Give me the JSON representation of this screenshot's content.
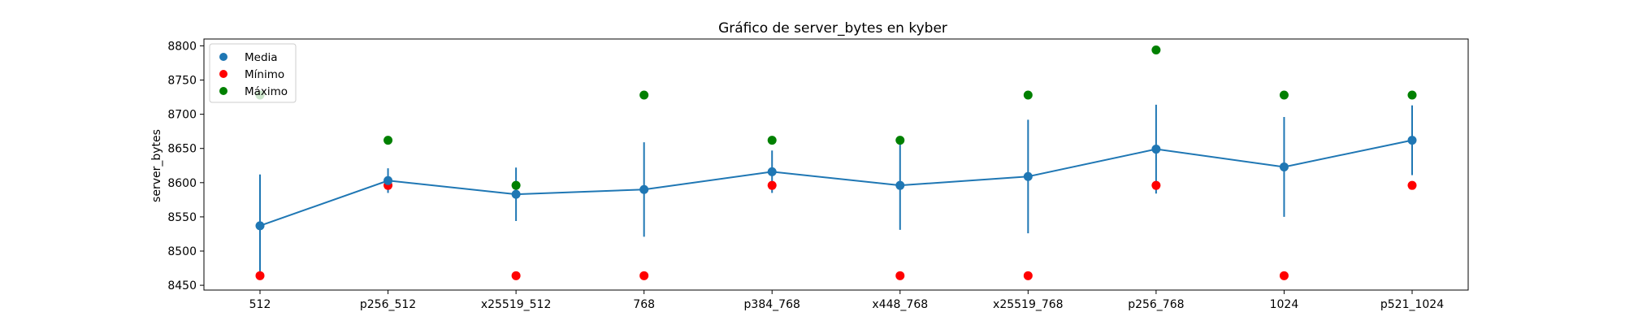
{
  "chart_data": {
    "type": "scatter",
    "title": "Gráfico de server_bytes en kyber",
    "xlabel": "",
    "ylabel": "server_bytes",
    "categories": [
      "512",
      "p256_512",
      "x25519_512",
      "768",
      "p384_768",
      "x448_768",
      "x25519_768",
      "p256_768",
      "1024",
      "p521_1024"
    ],
    "ylim": [
      8443,
      8810
    ],
    "yticks": [
      8450,
      8500,
      8550,
      8600,
      8650,
      8700,
      8750,
      8800
    ],
    "grid": false,
    "legend_position": "top-left",
    "series": [
      {
        "name": "Media",
        "color": "#1f77b4",
        "marker": "circle",
        "line": true,
        "values": [
          8537,
          8603,
          8583,
          8590,
          8616,
          8596,
          8609,
          8649,
          8623,
          8662
        ],
        "error": [
          75,
          18,
          39,
          69,
          31,
          65,
          83,
          65,
          73,
          51
        ]
      },
      {
        "name": "Mínimo",
        "color": "#ff0000",
        "marker": "circle",
        "line": false,
        "values": [
          8464,
          8596,
          8464,
          8464,
          8596,
          8464,
          8464,
          8596,
          8464,
          8596
        ]
      },
      {
        "name": "Máximo",
        "color": "#008000",
        "marker": "circle",
        "line": false,
        "values": [
          8728,
          8662,
          8596,
          8728,
          8662,
          8662,
          8728,
          8794,
          8728,
          8728
        ]
      }
    ]
  }
}
